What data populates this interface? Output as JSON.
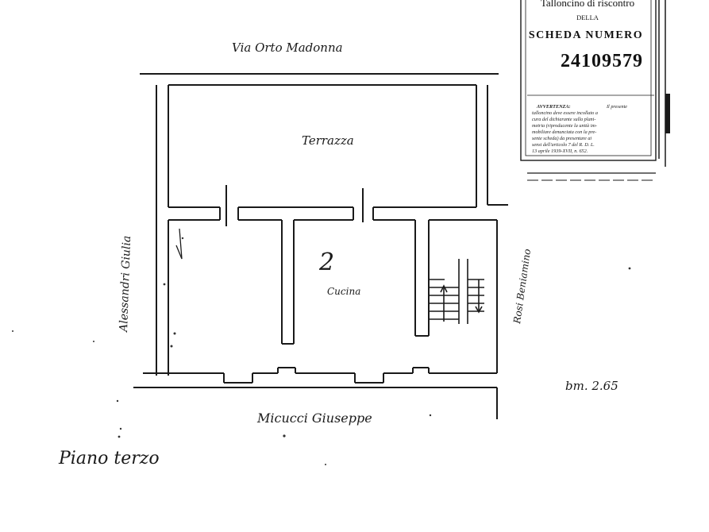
{
  "plan": {
    "street_top": "Via Orto Madonna",
    "street_left": "Alessandri Giulia",
    "street_right": "Rosi Beniamino",
    "street_bottom": "Micucci Giuseppe",
    "room_terrace": "Terrazza",
    "room_kitchen": "Cucina",
    "unit_number": "2",
    "floor_label": "Piano terzo",
    "scale_note": "bm. 2.65"
  },
  "stamp": {
    "heading": "Talloncino di riscontro",
    "della": "DELLA",
    "scheda": "SCHEDA NUMERO",
    "number": "24109579",
    "warning_title": "AVVERTENZA:",
    "warning_lines": [
      "Il presente",
      "talloncino deve essere incollato a",
      "cura del dichiarante sulla plani-",
      "metria (riproducente la unità im-",
      "mobiliare denunciata con la pre-",
      "sente scheda) da presentare ai",
      "sensi dell'articolo 7 del R. D. L.",
      "13 aprile 1939-XVII, n. 652."
    ]
  },
  "colors": {
    "ink": "#1a1a1a",
    "paper": "#ffffff"
  }
}
